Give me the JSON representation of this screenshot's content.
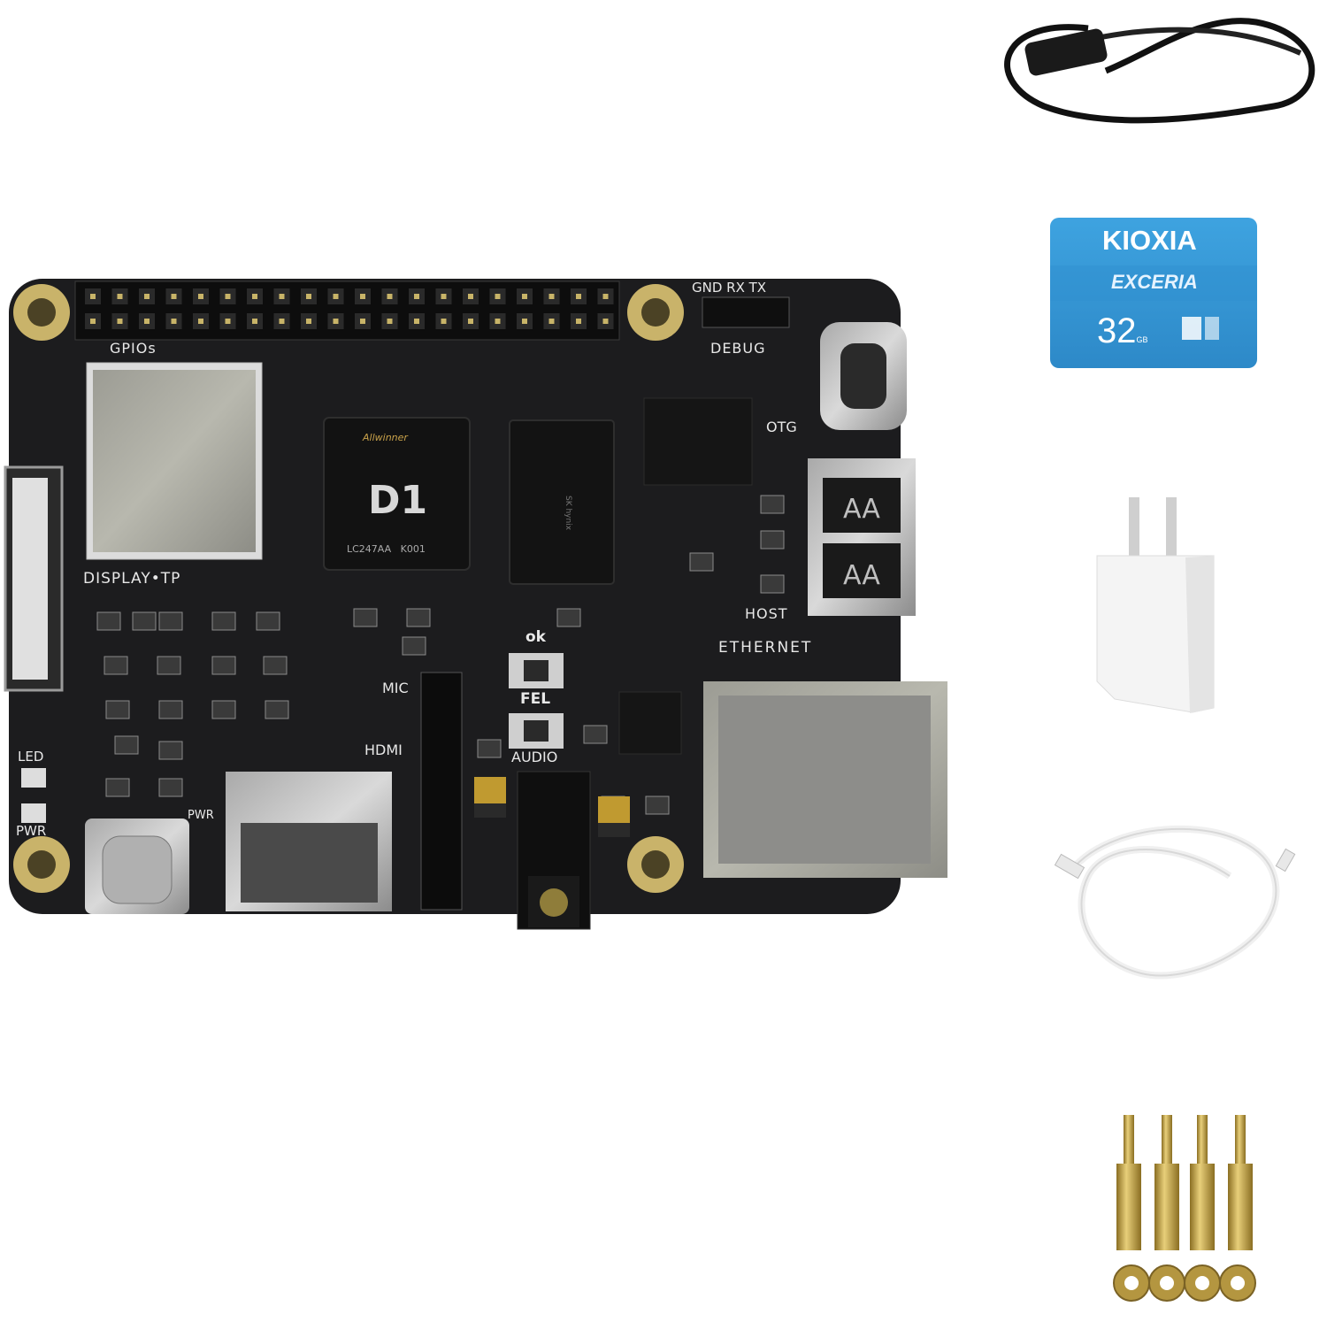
{
  "board": {
    "silk": {
      "gpios": "GPIOs",
      "gnd_rx_tx": "GND RX TX",
      "debug": "DEBUG",
      "otg": "OTG",
      "host": "HOST",
      "ethernet": "ETHERNET",
      "display_tp": "DISPLAY•TP",
      "mic": "MIC",
      "hdmi": "HDMI",
      "ok": "ok",
      "fel": "FEL",
      "audio": "AUDIO",
      "led": "LED",
      "pwr_side": "PWR",
      "pwr": "PWR"
    },
    "soc": {
      "brand": "Allwinner",
      "model": "D1",
      "code": "LC247AA",
      "code2": "K001"
    }
  },
  "accessories": {
    "sd_card": {
      "brand": "KIOXIA",
      "line": "EXCERIA",
      "capacity": "32",
      "unit": "GB"
    }
  },
  "colors": {
    "background": "#ffffff",
    "pcb": "#1c1c1e",
    "silkscreen": "#e8e8e8",
    "mount_hole": "#c9b36a",
    "sd_blue": "#3a9bd8",
    "brass": "#c9a84a"
  }
}
